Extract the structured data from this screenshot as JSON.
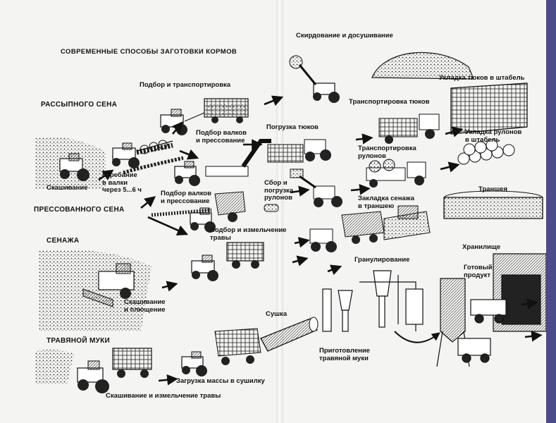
{
  "title": "СОВРЕМЕННЫЕ СПОСОБЫ ЗАГОТОВКИ КОРМОВ",
  "sections": {
    "loose_hay": "РАССЫПНОГО СЕНА",
    "pressed_hay": "ПРЕССОВАННОГО СЕНА",
    "haylage": "СЕНАЖА",
    "grass_meal": "ТРАВЯНОЙ МУКИ"
  },
  "steps": {
    "mowing": "Скашивание",
    "raking": "Сгребание\nв валки\nчерез 5...6 ч",
    "pickup_transport": "Подбор и транспортировка",
    "pickup_press_1": "Подбор валков\nи прессование",
    "pickup_press_2": "Подбор валков\nи прессование",
    "stacking_drying": "Скирдование и досушивание",
    "bale_loading": "Погрузка тюков",
    "bale_transport": "Транспортировка тюков",
    "bale_stacking": "Укладка тюков в штабель",
    "roll_transport": "Транспортировка\nрулонов",
    "roll_stacking": "Укладка рулонов\nв штабель",
    "roll_collect": "Сбор и\nпогрузка\nрулонов",
    "trench": "Траншея",
    "haylage_laying": "Закладка сенажа\nв траншею",
    "pickup_chop": "Подбор и измельчение\nтравы",
    "mow_condition": "Скашивание\nи плющение",
    "granulation": "Гранулирование",
    "storage": "Хранилище",
    "finished_product": "Готовый\nпродукт",
    "drying": "Сушка",
    "meal_prep": "Приготовление\nтравяной муки",
    "load_dryer": "Загрузка массы в сушилку",
    "mow_chop": "Скашивание и измельчение травы"
  },
  "colors": {
    "ink": "#111111",
    "paper": "#f4f4f2",
    "edge": "#4b4a8c"
  }
}
